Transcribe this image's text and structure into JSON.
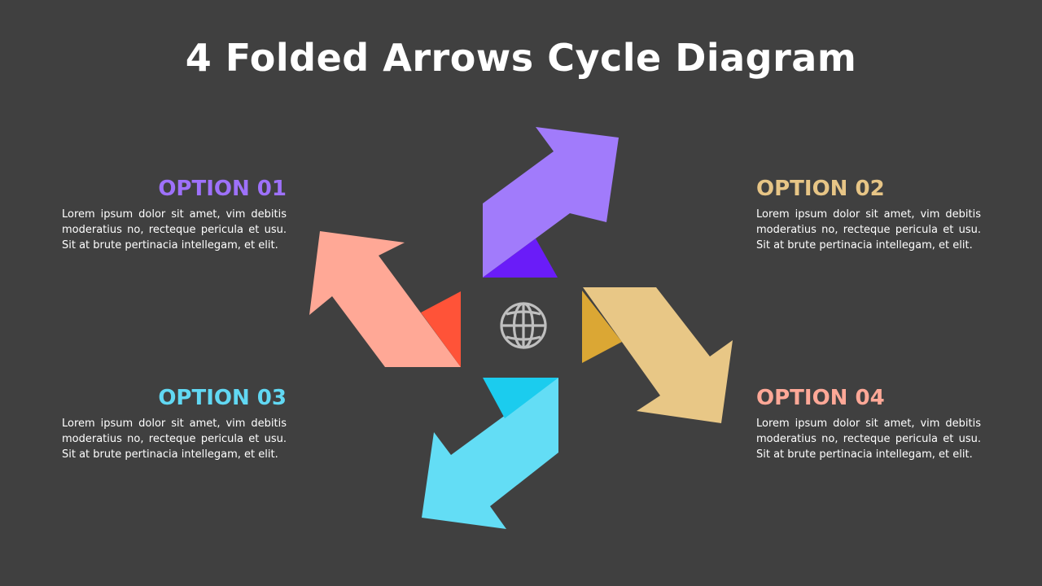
{
  "title": "4 Folded Arrows Cycle Diagram",
  "center_icon": "globe-icon",
  "options": [
    {
      "id": "01",
      "title": "OPTION 01",
      "body": "Lorem ipsum dolor sit amet, vim debitis moderatius no, recteque pericula et usu. Sit at brute pertinacia intellegam, et elit.",
      "color": "#9E71FB",
      "arrow_color": "#FFA896",
      "fold_color": "#FF5338"
    },
    {
      "id": "02",
      "title": "OPTION 02",
      "body": "Lorem ipsum dolor sit amet, vim debitis moderatius no, recteque pericula et usu. Sit at brute pertinacia intellegam, et elit.",
      "color": "#E7C586",
      "arrow_color": "#A17BFB",
      "fold_color": "#6A1CF8"
    },
    {
      "id": "03",
      "title": "OPTION 03",
      "body": "Lorem ipsum dolor sit amet, vim debitis moderatius no, recteque pericula et usu. Sit at brute pertinacia intellegam, et elit.",
      "color": "#61D8F3",
      "arrow_color": "#63DDF5",
      "fold_color": "#1BCCEE"
    },
    {
      "id": "04",
      "title": "OPTION 04",
      "body": "Lorem ipsum dolor sit amet, vim debitis moderatius no, recteque pericula et usu. Sit at brute pertinacia intellegam, et elit.",
      "color": "#FFA897",
      "arrow_color": "#E8C786",
      "fold_color": "#DBA734"
    }
  ]
}
